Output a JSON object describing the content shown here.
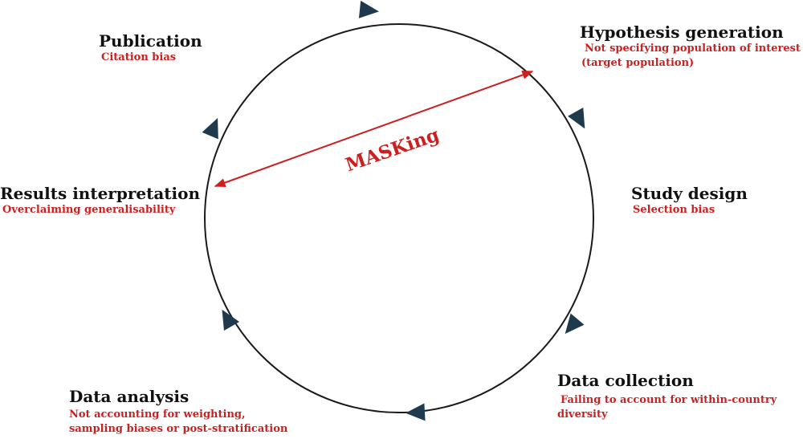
{
  "colors": {
    "circle": "#1a1a1a",
    "arrowhead": "#1f3a4d",
    "accent": "#cc1f1f",
    "title": "#111111"
  },
  "center_label": "MASKing",
  "stages": [
    {
      "id": "hypothesis",
      "title": "Hypothesis generation",
      "notes": [
        "Not specifying population of interest",
        "(target population)"
      ]
    },
    {
      "id": "design",
      "title": "Study design",
      "notes": [
        "Selection bias"
      ]
    },
    {
      "id": "collection",
      "title": "Data collection",
      "notes": [
        "Failing to account for within-country",
        "diversity"
      ]
    },
    {
      "id": "analysis",
      "title": "Data analysis",
      "notes": [
        "Not accounting for weighting,",
        "sampling biases or post-stratification"
      ]
    },
    {
      "id": "interpretation",
      "title": "Results interpretation",
      "notes": [
        "Overclaiming generalisability"
      ]
    },
    {
      "id": "publication",
      "title": "Publication",
      "notes": [
        "Citation bias"
      ]
    }
  ]
}
